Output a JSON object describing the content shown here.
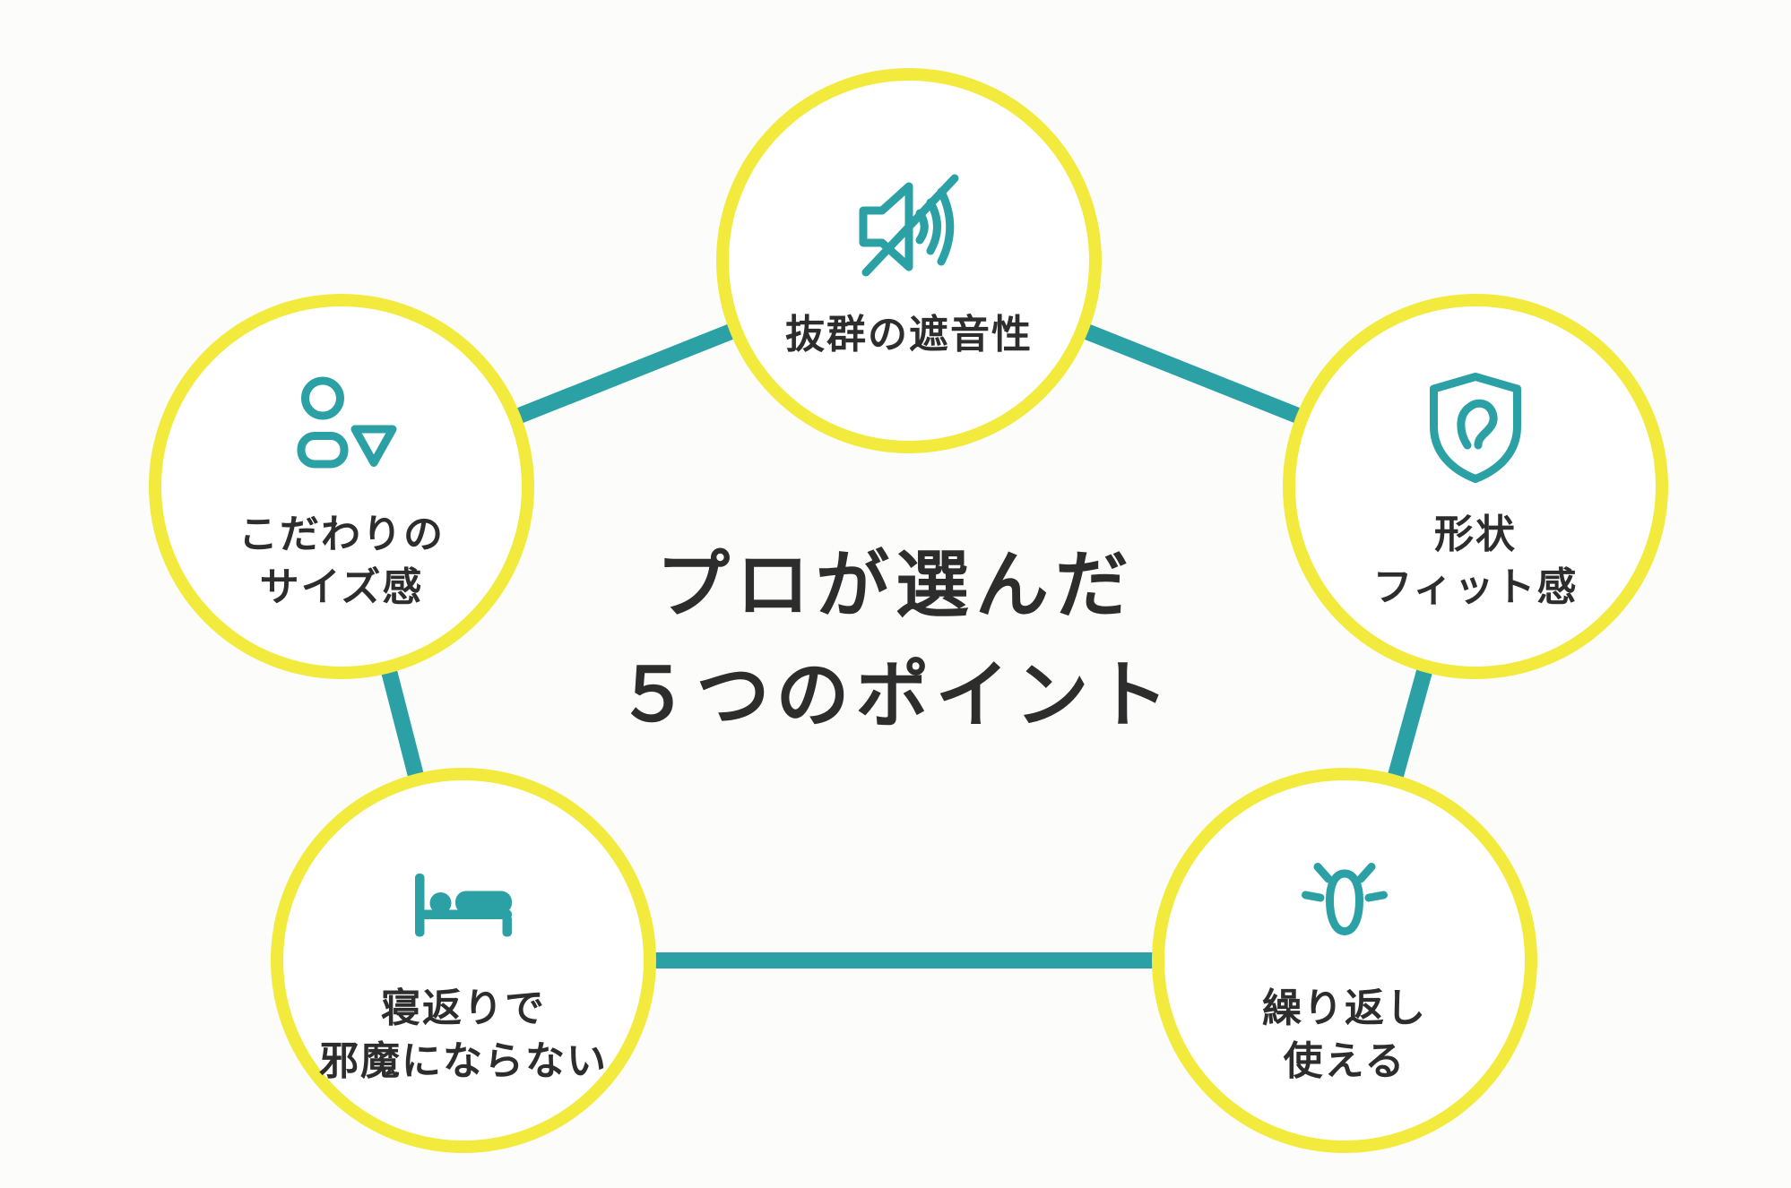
{
  "title": {
    "line1": "プロが選んだ",
    "line2": "５つのポイント"
  },
  "colors": {
    "teal": "#2BA1A6",
    "yellow": "#F2EA3D",
    "ink": "#2D2D2D",
    "bg": "#FCFCFB"
  },
  "nodes": [
    {
      "id": "top",
      "icon": "muted-speaker-icon",
      "label_lines": [
        "抜群の遮音性"
      ]
    },
    {
      "id": "left",
      "icon": "person-size-icon",
      "label_lines": [
        "こだわりの",
        "サイズ感"
      ]
    },
    {
      "id": "right",
      "icon": "ear-fit-shield-icon",
      "label_lines": [
        "形状",
        "フィット感"
      ]
    },
    {
      "id": "bottom-left",
      "icon": "bed-sleep-icon",
      "label_lines": [
        "寝返りで",
        "邪魔にならない"
      ]
    },
    {
      "id": "bottom-right",
      "icon": "earplug-icon",
      "label_lines": [
        "繰り返し",
        "使える"
      ]
    }
  ]
}
